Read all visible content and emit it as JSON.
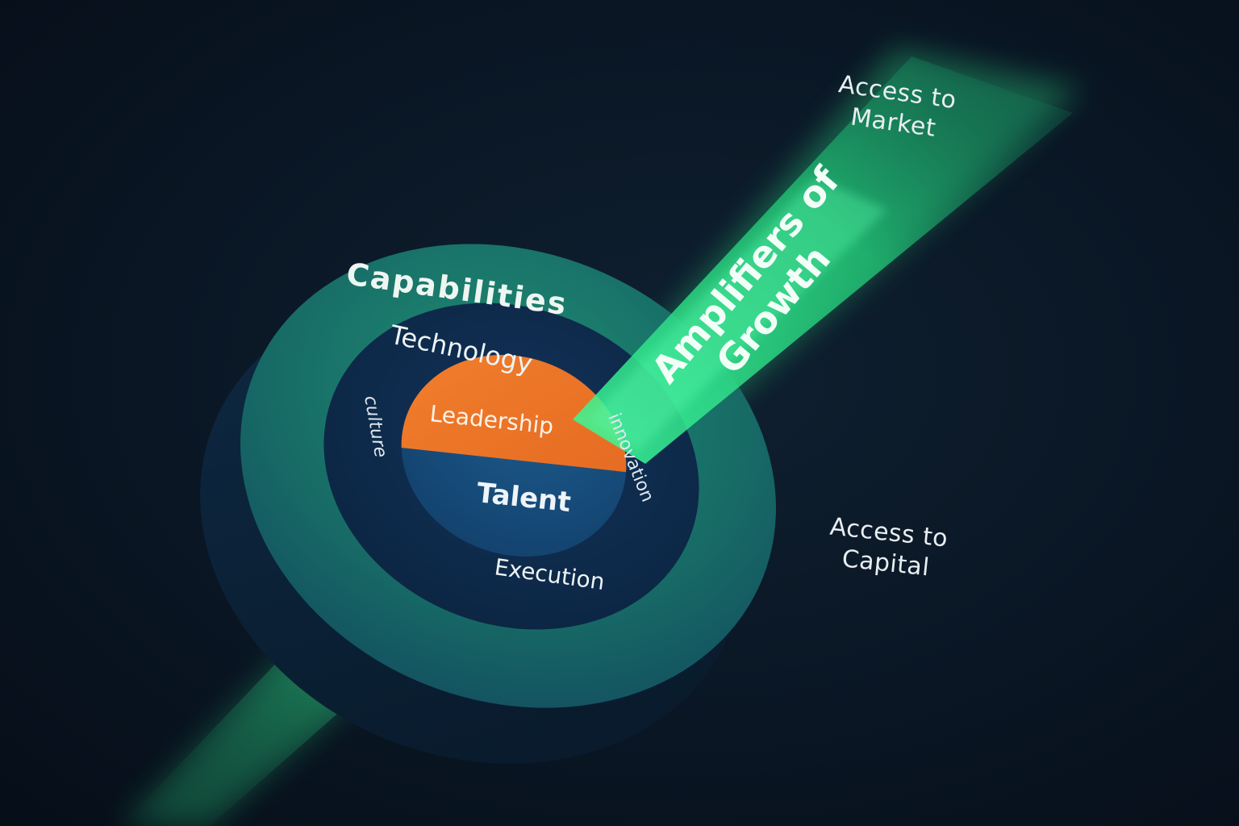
{
  "diagram": {
    "beam_label": [
      "Amplifiers of",
      "Growth"
    ],
    "outer_ring": {
      "label": "Capabilities"
    },
    "middle_ring": {
      "top": "Technology",
      "left": "culture",
      "right": "innovation",
      "bottom": "Execution"
    },
    "core": {
      "upper": "Leadership",
      "lower": "Talent"
    },
    "external": {
      "market": [
        "Access to",
        "Market"
      ],
      "capital": [
        "Access to",
        "Capital"
      ]
    }
  },
  "colors": {
    "background": "#0a1624",
    "beam": "#2ee88a",
    "outer_ring": "#1a7a6a",
    "middle_ring": "#0f2a4a",
    "core_upper": "#f07a2a",
    "core_lower": "#174a7a",
    "text": "#eef4f6"
  }
}
